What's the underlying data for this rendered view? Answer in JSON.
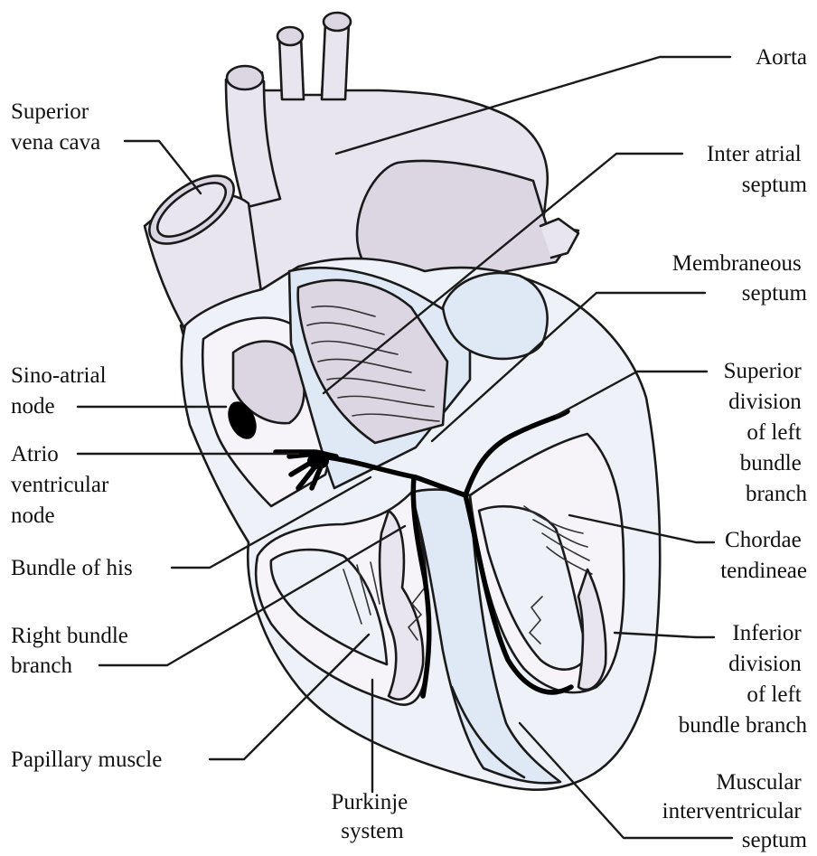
{
  "colors": {
    "tissue": "#e9e5ef",
    "tissue_dark": "#dcd6e3",
    "wall_light": "#eef2f8",
    "chamber": "#f6f4f8",
    "septum_blue": "#dfe9f5",
    "conduction": "#000000",
    "ink": "#1a1a1a"
  },
  "labels": {
    "aorta": [
      "Aorta"
    ],
    "superior_vena_cava": [
      "Superior",
      "vena cava"
    ],
    "inter_atrial_septum": [
      "Inter atrial",
      "septum"
    ],
    "membraneous_septum": [
      "Membraneous",
      "septum"
    ],
    "sino_atrial_node": [
      "Sino-atrial",
      "node"
    ],
    "atrio_ventricular_node": [
      "Atrio",
      "ventricular",
      "node"
    ],
    "superior_division_left_bundle": [
      "Superior",
      "division",
      "of left",
      "bundle",
      "branch"
    ],
    "bundle_of_his": [
      "Bundle of his"
    ],
    "chordae_tendineae": [
      "Chordae",
      "tendineae"
    ],
    "right_bundle_branch": [
      "Right bundle",
      "branch"
    ],
    "inferior_division_left_bundle": [
      "Inferior",
      "division",
      "of left",
      "bundle branch"
    ],
    "papillary_muscle": [
      "Papillary muscle"
    ],
    "purkinje_system": [
      "Purkinje",
      "system"
    ],
    "muscular_interventricular_septum": [
      "Muscular",
      "interventricular",
      "septum"
    ]
  }
}
